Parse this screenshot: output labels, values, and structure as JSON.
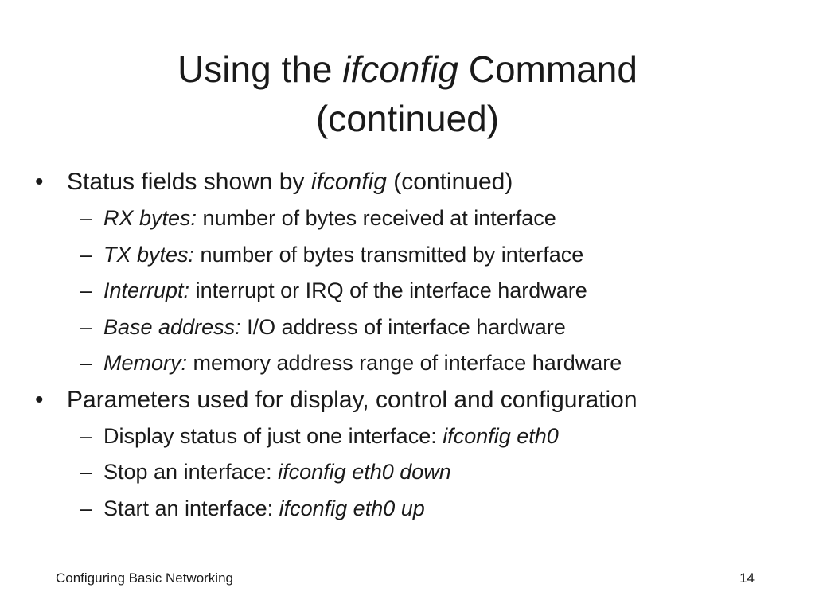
{
  "slide": {
    "title": {
      "line1_prefix": "Using the ",
      "line1_italic": "ifconfig",
      "line1_suffix": " Command",
      "line2": "(continued)"
    },
    "bullets": [
      {
        "marker": "•",
        "text_prefix": "Status fields shown by ",
        "text_italic": "ifconfig",
        "text_suffix": " (continued)",
        "subitems": [
          {
            "marker": "–",
            "italic": "RX bytes:",
            "text": " number of bytes received at interface"
          },
          {
            "marker": "–",
            "italic": "TX bytes:",
            "text": " number of bytes transmitted by interface"
          },
          {
            "marker": "–",
            "italic": "Interrupt:",
            "text": " interrupt or IRQ of the interface hardware"
          },
          {
            "marker": "–",
            "italic": "Base address:",
            "text": " I/O address of interface hardware"
          },
          {
            "marker": "–",
            "italic": "Memory:",
            "text": " memory address range of interface hardware"
          }
        ]
      },
      {
        "marker": "•",
        "text": "Parameters used for display, control and configuration",
        "subitems": [
          {
            "marker": "–",
            "text": "Display status of just one interface: ",
            "italic": "ifconfig eth0"
          },
          {
            "marker": "–",
            "text": "Stop an interface: ",
            "italic": "ifconfig eth0 down"
          },
          {
            "marker": "–",
            "text": "Start an interface: ",
            "italic": "ifconfig eth0 up"
          }
        ]
      }
    ],
    "footer": {
      "left": "Configuring Basic Networking",
      "page_number": "14"
    }
  }
}
